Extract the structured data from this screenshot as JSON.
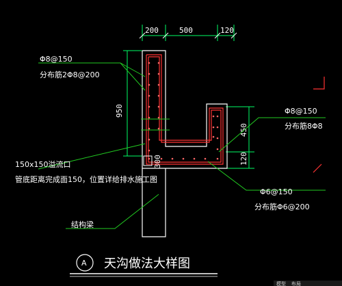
{
  "colors": {
    "background": "#000000",
    "wall": "#ffffff",
    "rebar": "#ff3333",
    "dimension": "#00ff66",
    "leader": "#22cc22",
    "axis_marker": "#ff3333",
    "text": "#ffffff"
  },
  "dimensions": {
    "top_left": "200",
    "top_mid": "500",
    "top_right": "120",
    "left_height": "950",
    "right_upper": "450",
    "right_lower": "120",
    "bottom_300": "300"
  },
  "annotations": {
    "top_left_line1": "Φ8@150",
    "top_left_line2": "分布筋2Φ8@200",
    "right_line1": "Φ8@150",
    "right_line2": "分布筋8Φ8",
    "overflow_line1": "150x150溢流口",
    "overflow_line2": "管底距离完成面150，位置详给排水施工图",
    "bottom_right_line1": "Φ6@150",
    "bottom_right_line2": "分布筋Φ6@200",
    "beam": "结构梁"
  },
  "title": {
    "marker": "A",
    "text": "天沟做法大样图"
  },
  "status": {
    "tab1": "模型",
    "tab2": "布局"
  }
}
